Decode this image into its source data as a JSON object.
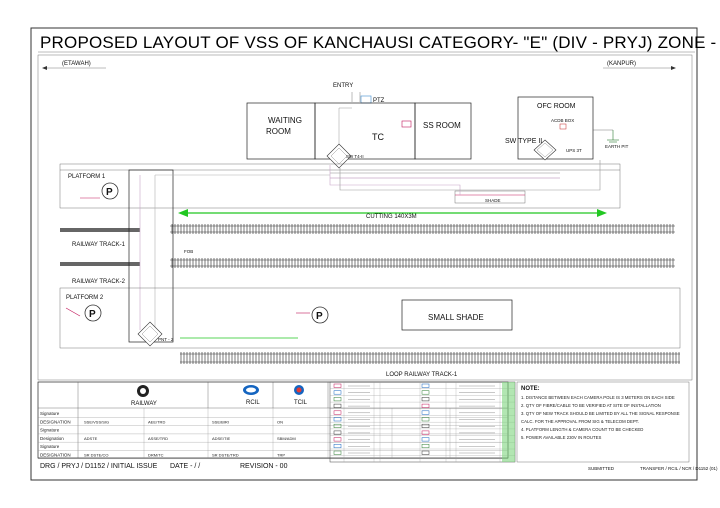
{
  "title": "PROPOSED LAYOUT OF VSS OF KANCHAUSI CATEGORY- \"E\" (DIV - PRYJ) ZONE - NCR",
  "direction_left": "(ETAWAH)",
  "direction_right": "(KANPUR)",
  "entry": "ENTRY",
  "ptz": "PTZ",
  "waiting_room": [
    "WAITING",
    "ROOM"
  ],
  "tc": "TC",
  "ss_room": "SS ROOM",
  "ofc_room": "OFC ROOM",
  "acdb_box": "ACDB BOX",
  "sw_type_ii": "SW TYPE II",
  "ups": "UPS 3T",
  "earth": "EARTH PIT",
  "sw_t4": "SW T4-II",
  "platform1": "PLATFORM 1",
  "platform2": "PLATFORM 2",
  "shade": "SHADE",
  "cutting": "CUTTING 140X3M",
  "track1": "RAILWAY TRACK-1",
  "track2": "RAILWAY TRACK-2",
  "fob": "FOB",
  "small_shade": "SMALL   SHADE",
  "loop_track": "LOOP RAILWAY TRACK-1",
  "pnt": "PNT - 2",
  "railway": "RAILWAY",
  "rcil": "RCIL",
  "tcil": "TCIL",
  "sig_rows": [
    {
      "label": "Signature",
      "cells": [
        "",
        "",
        "",
        "",
        ""
      ]
    },
    {
      "label": "DESIGNATION",
      "cells": [
        "SSE/VSS/SIG",
        "AEE/TRD",
        "SSE/BIRI",
        "ON"
      ]
    },
    {
      "label": "Signature",
      "cells": [
        "",
        "",
        "",
        "",
        ""
      ]
    },
    {
      "label": "Designation",
      "cells": [
        "ADSTE",
        "ASSE/TRD",
        "ADSE/TIE",
        "SBM/ADM"
      ]
    },
    {
      "label": "Signature",
      "cells": [
        "",
        "",
        "",
        "",
        ""
      ]
    },
    {
      "label": "DESIGNATION",
      "cells": [
        "SR DSTE/CO",
        "DRM/TC",
        "SR DSTE/TRD",
        "TRP"
      ]
    }
  ],
  "drg_no": "DRG / PRYJ / D1152 / INITIAL ISSUE",
  "date": "DATE -    /     /",
  "revision": "REVISION - 00",
  "notes_title": "NOTE:",
  "notes": [
    "1. DISTANCE BETWEEN EACH CAMERA POLE IS 3 METERS ON EACH SIDE",
    "2. QTY OF FIBRE/CABLE TO BE VERIFIED AT SITE OF INSTALLATION",
    "3. QTY OF NEW TRACK SHOULD BE LIMITED BY ALL THE SIGNAL RESPONSE",
    "   CALC. FOR THE APPROVAL FROM SIG & TELECOM DEPT.",
    "4. PLATFORM LENGTH & CAMERA COUNT TO BE CHECKED",
    "5. POWER AVAILABLE 230V IN ROUTES"
  ],
  "legend_footer_left": "SUBMITTED",
  "legend_footer_right": "TRANSFER / RCIL / NCR / D1152 (01)"
}
